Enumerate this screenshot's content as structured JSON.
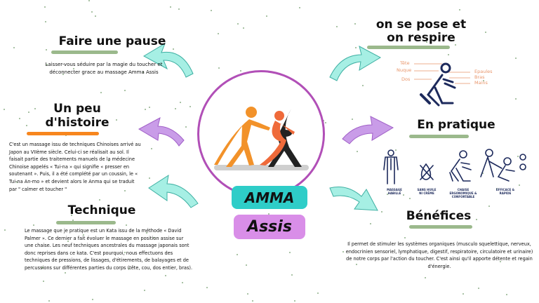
{
  "center": {
    "title_top": "AMMA",
    "title_bottom": "Assis",
    "colors": {
      "circle": "#b14fb7",
      "amma_box": "#2ecdc8",
      "assis_box": "#d98ee8",
      "figure_left": "#f2922a",
      "figure_right": "#ef6a3a",
      "chair": "#222222"
    }
  },
  "sections": {
    "pause": {
      "title": "Faire une pause",
      "text": "Laisser-vous séduire par la magie du toucher et déconnecter grace au massage Amma Assis"
    },
    "histoire": {
      "title_line1": "Un peu",
      "title_line2": "d'histoire",
      "text": "C'est un massage issu de techniques Chinoises arrivé au Japon au VIIème siècle. Celui-ci se réalisait au sol. Il faisait partie des traitements manuels de la médecine Chinoise appelés « Tui-na » qui signifie « presser en soutenant ». Puis, il a été complété par un coussin, le « Tui-na An-mo » et devient alors le Anma qui se traduit par \" calmer et toucher \""
    },
    "technique": {
      "title": "Technique",
      "text": "Le massage que je pratique est un Kata issu de la méthode « David Palmer ». Ce dernier a fait évoluer le massage en position assise sur une chaise. Les neuf techniques ancestrales du massage japonais sont donc reprises dans ce kata. C'est pourquoi, nous effectuons des techniques de pressions, de lissages, d'étirements, de balayages et de percussions sur différentes parties du corps (tête, cou, dos entier, bras)."
    },
    "respire": {
      "title_line1": "on se pose et",
      "title_line2": "on respire",
      "body_parts": [
        "Tête",
        "Nuque",
        "Dos",
        "Epaules",
        "Bras",
        "Mains"
      ]
    },
    "pratique": {
      "title": "En pratique",
      "items": [
        {
          "label": "MASSAGE HABILLÉ",
          "icon": "clothed-person-icon"
        },
        {
          "label": "SANS HUILE NI CRÈME",
          "icon": "no-oil-icon"
        },
        {
          "label": "CHAISE ERGONOMIQUE & CONFORTABLE",
          "icon": "massage-chair-icon"
        },
        {
          "label": "EFFICACE & RAPIDE",
          "icon": "quick-massage-icon"
        }
      ]
    },
    "benefices": {
      "title": "Bénéfices",
      "text": "Il permet de stimuler les systèmes organiques (musculo squelettique, nerveux, endocrinien sensoriel, lymphatique, digestif, respiratoire, circulatoire et urinaire) de notre corps par l'action du toucher. C'est ainsi qu'il apporte détente et regain d'énergie."
    }
  },
  "colors": {
    "green_underline": "#9bb98c",
    "orange_underline": "#f7861e",
    "teal_arrow": "#a6efe4",
    "purple_arrow": "#c99ce8",
    "navy": "#1d2a5c",
    "salmon": "#e8956a"
  }
}
